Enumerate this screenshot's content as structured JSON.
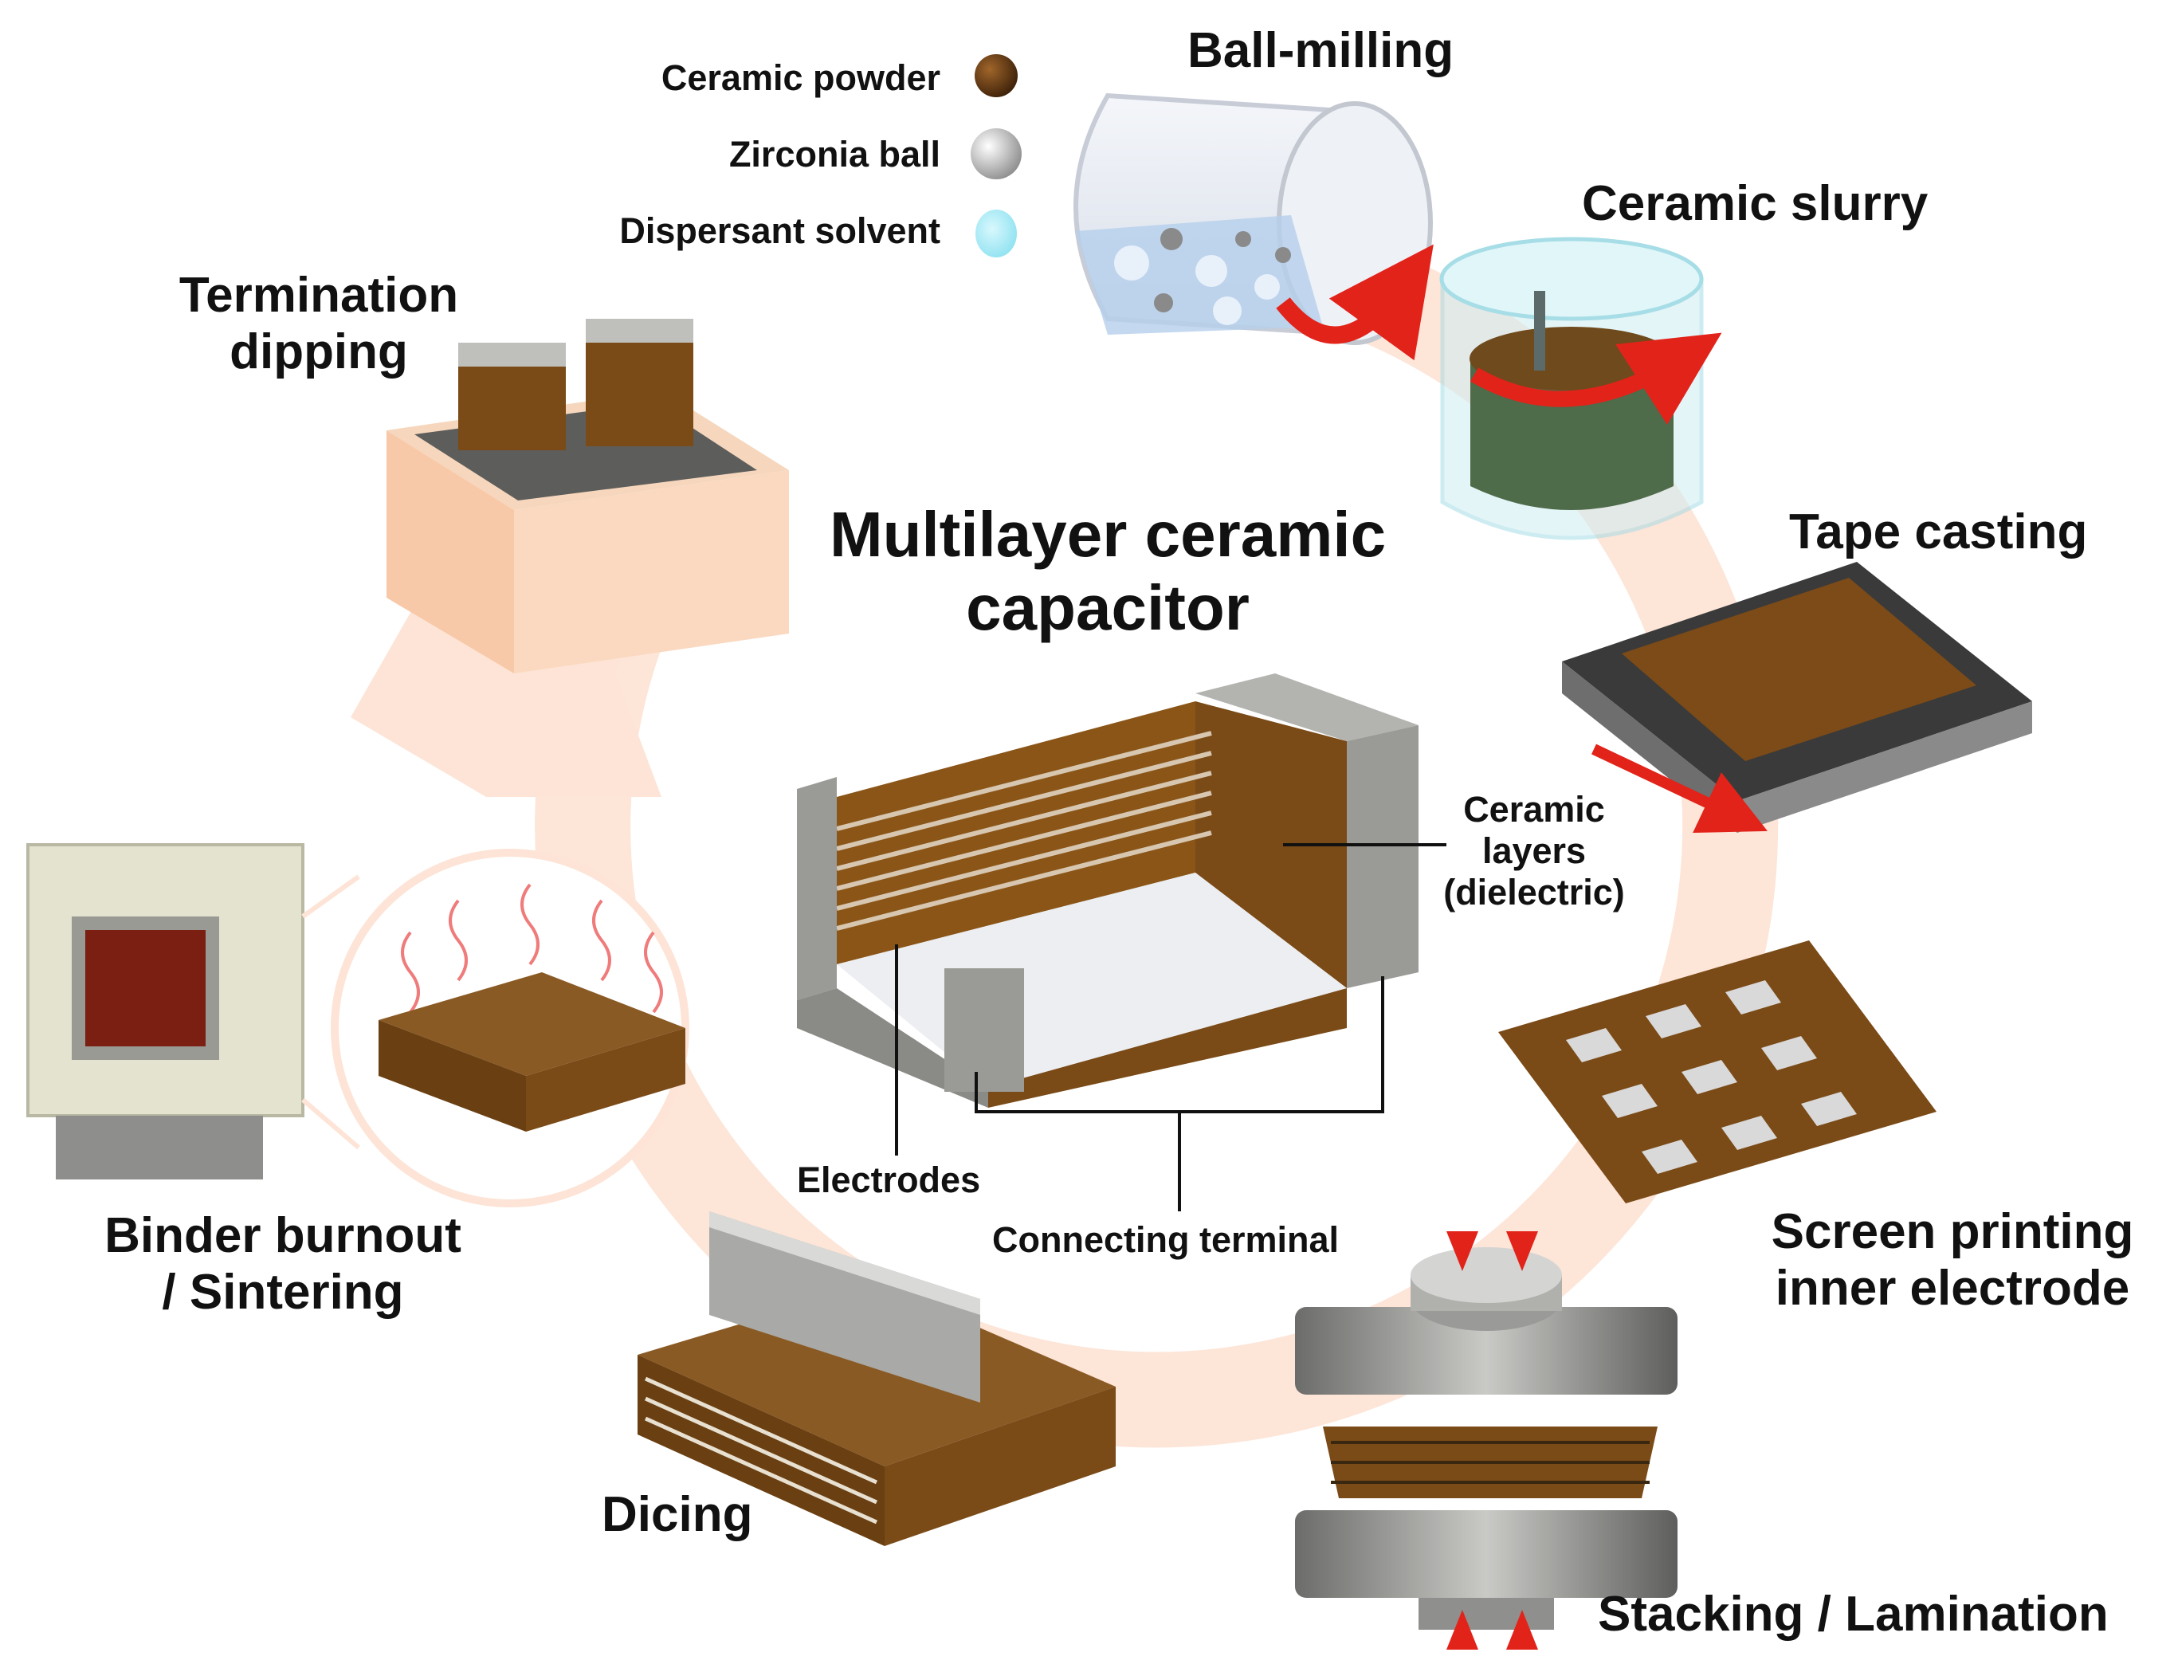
{
  "title": {
    "line1": "Multilayer ceramic",
    "line2": "capacitor"
  },
  "legend": [
    {
      "label": "Ceramic powder",
      "color": "#5a3410"
    },
    {
      "label": "Zirconia ball",
      "color": "#cfcfcf"
    },
    {
      "label": "Dispersant solvent",
      "color": "#9ee8f4"
    }
  ],
  "steps": {
    "ball_milling": "Ball-milling",
    "ceramic_slurry": "Ceramic slurry",
    "tape_casting": "Tape casting",
    "screen_printing": {
      "line1": "Screen printing",
      "line2": "inner electrode"
    },
    "stacking": "Stacking / Lamination",
    "dicing": "Dicing",
    "binder": {
      "line1": "Binder burnout",
      "line2": "/ Sintering"
    },
    "termination": {
      "line1": "Termination",
      "line2": "dipping"
    }
  },
  "annotations": {
    "ceramic_layers": {
      "line1": "Ceramic",
      "line2": "layers",
      "line3": "(dielectric)"
    },
    "electrodes": "Electrodes",
    "connecting_terminal": "Connecting terminal"
  },
  "colors": {
    "ceramic_brown": "#7a4a17",
    "terminal_gray": "#9a9a96",
    "cycle_arrow": "#fde2d2",
    "direction_arrow": "#e2231a"
  }
}
